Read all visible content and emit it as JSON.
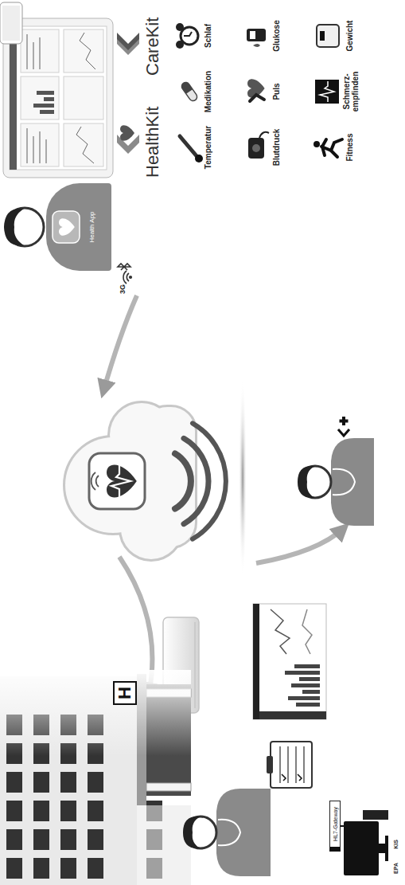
{
  "diagram": {
    "nodes": [
      {
        "text": [
          "H"
        ]
      },
      {
        "text": [
          "HL7-Gateway"
        ]
      },
      {
        "text": [
          "Health App"
        ]
      }
    ],
    "labels": [
      "EPA",
      "KIS",
      "3G",
      "HealthKit",
      "CareKit",
      "Temperatur",
      "Medikation",
      "Schlaf",
      "Blutdruck",
      "Puls",
      "Glukose",
      "Fitness",
      "Schmerz- empfinden",
      "Gewicht"
    ]
  }
}
